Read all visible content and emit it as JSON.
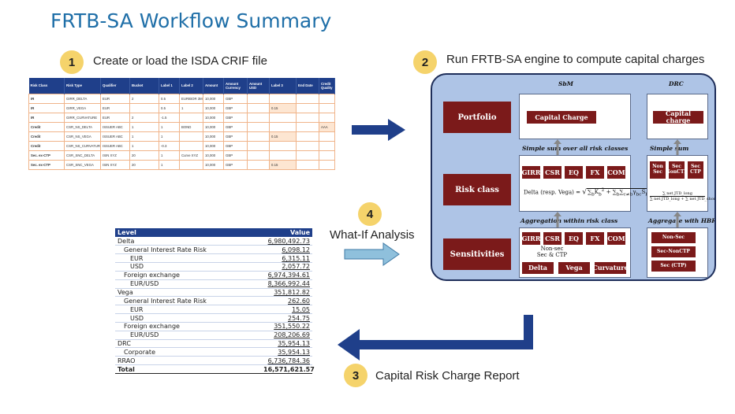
{
  "title": "FRTB-SA Workflow Summary",
  "steps": [
    {
      "number": "1",
      "label": "Create or load the ISDA CRIF file"
    },
    {
      "number": "2",
      "label": "Run FRTB-SA engine to compute capital charges"
    },
    {
      "number": "3",
      "label": "Capital Risk Charge Report"
    },
    {
      "number": "4",
      "label": "What-If Analysis"
    }
  ],
  "crif": {
    "headers": [
      "Risk Class",
      "Risk Type",
      "Qualifier",
      "Bucket",
      "Label 1",
      "Label 2",
      "Amount",
      "Amount Currency",
      "Amount USD",
      "Label 3",
      "End Date",
      "Credit Quality"
    ],
    "rows": [
      [
        "IR",
        "GIRR_DELTA",
        "EUR",
        "2",
        "0.5",
        "EURIBOR 3M",
        "10,000",
        "GBP",
        "",
        "",
        "",
        ""
      ],
      [
        "IR",
        "GIRR_VEGA",
        "EUR",
        "",
        "0.5",
        "1",
        "10,000",
        "GBP",
        "",
        "0.15",
        "",
        ""
      ],
      [
        "IR",
        "GIRR_CURVATURE",
        "EUR",
        "2",
        "-1.5",
        "",
        "10,000",
        "GBP",
        "",
        "",
        "",
        ""
      ],
      [
        "Credit",
        "CSR_NS_DELTA",
        "ISSUER ABC",
        "1",
        "1",
        "BOND",
        "10,000",
        "GBP",
        "",
        "",
        "",
        "AAA"
      ],
      [
        "Credit",
        "CSR_NS_VEGA",
        "ISSUER ABC",
        "1",
        "1",
        "",
        "10,000",
        "GBP",
        "",
        "0.15",
        "",
        ""
      ],
      [
        "Credit",
        "CSR_NS_CURVATURE",
        "ISSUER ABC",
        "1",
        "-0.3",
        "",
        "10,000",
        "GBP",
        "",
        "",
        "",
        ""
      ],
      [
        "Sec. ex-CTP",
        "CSR_SNC_DELTA",
        "ISIN XYZ",
        "20",
        "1",
        "Curve XYZ",
        "10,000",
        "GBP",
        "",
        "",
        "",
        ""
      ],
      [
        "Sec. ex-CTP",
        "CSR_SNC_VEGA",
        "ISIN XYZ",
        "20",
        "1",
        "",
        "10,000",
        "GBP",
        "",
        "0.15",
        "",
        ""
      ]
    ]
  },
  "engine": {
    "sbm_header": "SbM",
    "drc_header": "DRC",
    "rows": {
      "portfolio": "Portfolio",
      "risk_class": "Risk class",
      "sensitivities": "Sensitivities"
    },
    "sbm_capital_charge": "Capital Charge",
    "drc_capital_charge": "Capital charge",
    "simple_sum_all": "Simple sum over all risk classes",
    "simple_sum": "Simple sum",
    "aggregation_within": "Aggregation within risk class",
    "aggregate_hbr": "Aggregate with HBR",
    "risk_classes": [
      "GIRR",
      "CSR",
      "EQ",
      "FX",
      "COM"
    ],
    "sens_classes": [
      "GIRR",
      "CSR",
      "EQ",
      "FX",
      "COM"
    ],
    "delta_formula_prefix": "Delta (resp. Vega) =",
    "nonsec_label": "Non-sec\nSec & CTP",
    "sens_types": [
      "Delta",
      "Vega",
      "Curvature"
    ],
    "drc_risk_boxes": [
      "Non\nSec",
      "Sec\nNonCTP",
      "Sec\nCTP"
    ],
    "drc_formula_num": "∑ net JTD_long",
    "drc_formula_den": "∑ net JTD_long + ∑ net JTD_short",
    "drc_sens_boxes": [
      "Non-Sec",
      "Sec-NonCTP",
      "Sec (CTP)"
    ]
  },
  "report": {
    "headers": [
      "Level",
      "Value"
    ],
    "rows": [
      {
        "label": "Delta",
        "indent": 0,
        "value": "6,980,492.73"
      },
      {
        "label": "General Interest Rate Risk",
        "indent": 1,
        "value": "6,098.12"
      },
      {
        "label": "EUR",
        "indent": 2,
        "value": "6,315.11"
      },
      {
        "label": "USD",
        "indent": 2,
        "value": "2,057.72"
      },
      {
        "label": "Foreign exchange",
        "indent": 1,
        "value": "6,974,394.61"
      },
      {
        "label": "EUR/USD",
        "indent": 2,
        "value": "8,366,992.44"
      },
      {
        "label": "Vega",
        "indent": 0,
        "value": "351,812.82"
      },
      {
        "label": "General Interest Rate Risk",
        "indent": 1,
        "value": "262.60"
      },
      {
        "label": "EUR",
        "indent": 2,
        "value": "15.05"
      },
      {
        "label": "USD",
        "indent": 2,
        "value": "254.75"
      },
      {
        "label": "Foreign exchange",
        "indent": 1,
        "value": "351,550.22"
      },
      {
        "label": "EUR/USD",
        "indent": 2,
        "value": "208,206.69"
      },
      {
        "label": "DRC",
        "indent": 0,
        "value": "35,954.13"
      },
      {
        "label": "Corporate",
        "indent": 1,
        "value": "35,954.13"
      },
      {
        "label": "RRAO",
        "indent": 0,
        "value": "6,736,784.36"
      },
      {
        "label": "Total",
        "indent": 0,
        "value": "16,571,621.57",
        "total": true
      }
    ]
  },
  "colors": {
    "title": "#1f6fa8",
    "step_circle": "#f5d36b",
    "table_header": "#1f3f8a",
    "engine_bg": "#aec4e6",
    "engine_box": "#7b1a1a",
    "arrow_dark": "#1f3f8a",
    "arrow_light": "#8fc0dc"
  }
}
